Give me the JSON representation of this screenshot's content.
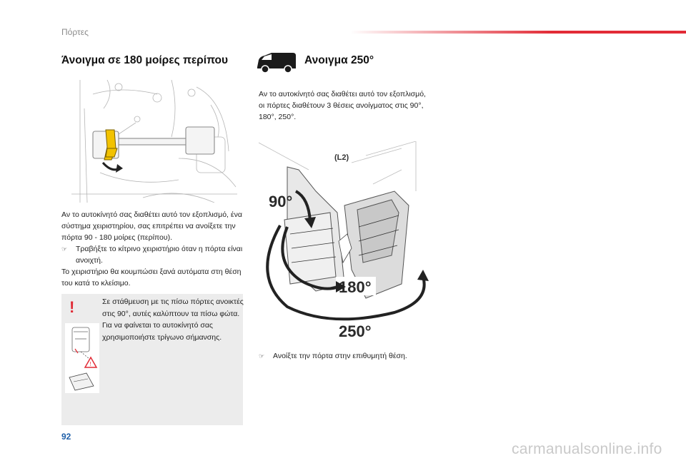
{
  "header": {
    "section": "Πόρτες"
  },
  "left": {
    "title": "Άνοιγμα σε 180 μοίρες περίπου",
    "intro": "Αν το αυτοκίνητό σας διαθέτει αυτό τον εξοπλισμό, ένα σύστημα χειριστηρίου, σας επιτρέπει να ανοίξετε την πόρτα 90 - 180 μοίρες (περίπου).",
    "bullet_marker": "☞",
    "bullet": "Τραβήξτε το κίτρινο χειριστήριο όταν η πόρτα είναι ανοιχτή.",
    "outro": "Το χειριστήριο θα κουμπώσει ξανά αυτόματα στη θέση του κατά το κλείσιμο.",
    "note": {
      "icon": "!",
      "text": "Σε στάθμευση με τις πίσω πόρτες ανοικτές στις 90°, αυτές καλύπτουν τα πίσω φώτα. Για να φαίνεται το αυτοκίνητό σας χρησιμοποιήστε τρίγωνο σήμανσης."
    }
  },
  "right": {
    "title": "Ανοιγμα 250°",
    "intro": "Αν το αυτοκίνητό σας διαθέτει αυτό τον εξοπλισμό, οι πόρτες διαθέτουν 3 θέσεις ανοίγματος στις 90°, 180°, 250°.",
    "figure_labels": {
      "variant": "(L2)",
      "a90": "90°",
      "a180": "180°",
      "a250": "250°"
    },
    "bullet_marker": "☞",
    "bullet": "Ανοίξτε την πόρτα στην επιθυμητή θέση."
  },
  "footer": {
    "page_number": "92",
    "watermark": "carmanualsonline.info"
  },
  "colors": {
    "accent_red": "#e22b36",
    "page_number_blue": "#1f5fa8",
    "note_bg": "#ececec",
    "handle_yellow": "#f2c200"
  }
}
